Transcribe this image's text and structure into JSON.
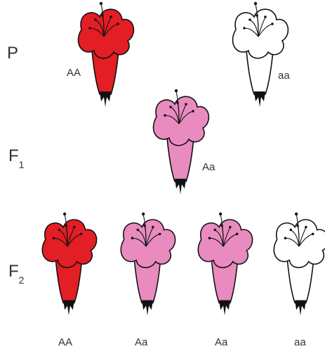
{
  "generations": {
    "p": {
      "label": "P"
    },
    "f1": {
      "label": "F",
      "sub": "1"
    },
    "f2": {
      "label": "F",
      "sub": "2"
    }
  },
  "colors": {
    "red": "#e31e24",
    "pink": "#e98bbf",
    "white": "#ffffff",
    "outline": "#111111"
  },
  "flowers": [
    {
      "id": "p-red",
      "genotype": "AA",
      "color": "red"
    },
    {
      "id": "p-white",
      "genotype": "aa",
      "color": "white"
    },
    {
      "id": "f1-pink",
      "genotype": "Aa",
      "color": "pink"
    },
    {
      "id": "f2-red",
      "genotype": "AA",
      "color": "red"
    },
    {
      "id": "f2-pink1",
      "genotype": "Aa",
      "color": "pink"
    },
    {
      "id": "f2-pink2",
      "genotype": "Aa",
      "color": "pink"
    },
    {
      "id": "f2-white",
      "genotype": "aa",
      "color": "white"
    }
  ]
}
